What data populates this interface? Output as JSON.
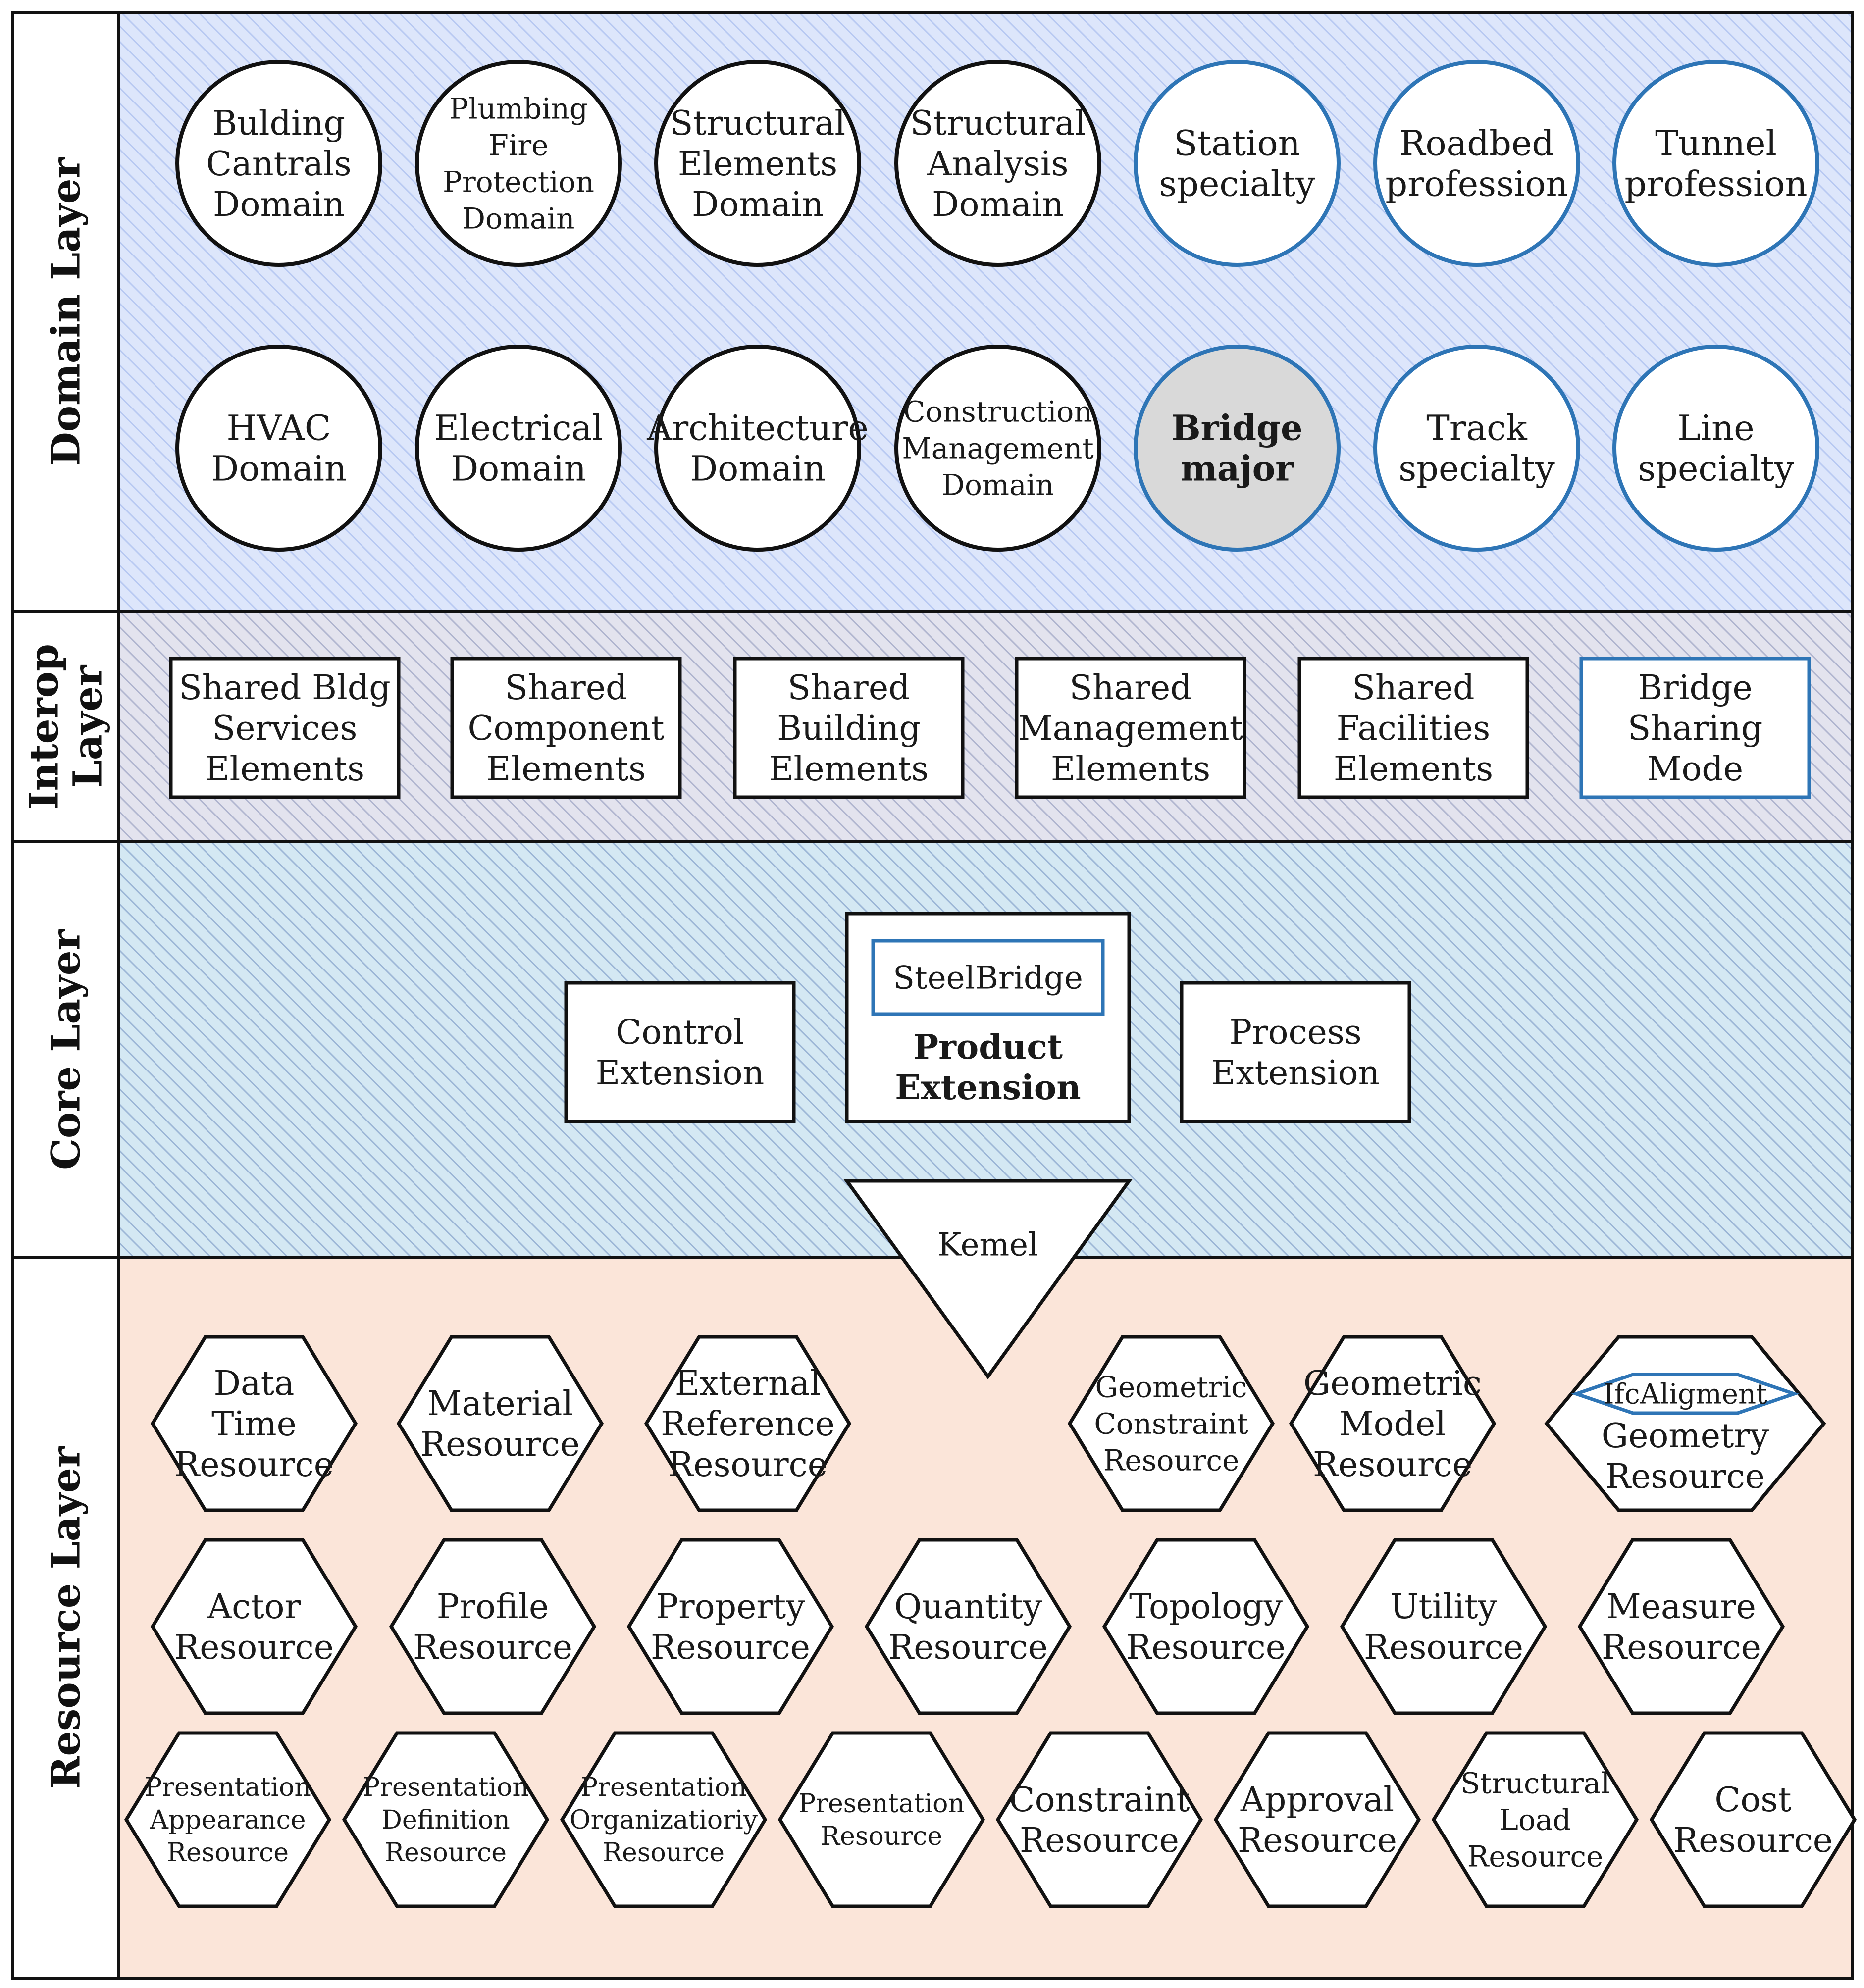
{
  "layers": [
    {
      "id": "domain",
      "label": "Domain Layer"
    },
    {
      "id": "interop",
      "label": [
        "Interop",
        "Layer"
      ]
    },
    {
      "id": "core",
      "label": "Core Layer"
    },
    {
      "id": "resource",
      "label": "Resource Layer"
    }
  ],
  "colors": {
    "domain_bg": "#dde6fb",
    "domain_hatch": "#b8c9f2",
    "interop_bg": "#e3e3ee",
    "interop_hatch": "#b0b5cf",
    "core_bg": "#d4e8f3",
    "core_hatch": "#9cb6d6",
    "resource_bg": "#fbe5d9",
    "accent_blue": "#2e75b6",
    "highlight_fill": "#d9d9d9"
  },
  "domain": {
    "row1": [
      {
        "lines": [
          "Bulding",
          "Cantrals",
          "Domain"
        ]
      },
      {
        "lines": [
          "Plumbing",
          "Fire",
          "Protection",
          "Domain"
        ]
      },
      {
        "lines": [
          "Structural",
          "Elements",
          "Domain"
        ]
      },
      {
        "lines": [
          "Structural",
          "Analysis",
          "Domain"
        ]
      },
      {
        "lines": [
          "Station",
          "specialty"
        ],
        "style": "blue"
      },
      {
        "lines": [
          "Roadbed",
          "profession"
        ],
        "style": "blue"
      },
      {
        "lines": [
          "Tunnel",
          "profession"
        ],
        "style": "blue"
      }
    ],
    "row2": [
      {
        "lines": [
          "HVAC",
          "Domain"
        ]
      },
      {
        "lines": [
          "Electrical",
          "Domain"
        ]
      },
      {
        "lines": [
          "Architecture",
          "Domain"
        ]
      },
      {
        "lines": [
          "Construction",
          "Management",
          "Domain"
        ]
      },
      {
        "lines": [
          "Bridge",
          "major"
        ],
        "style": "highlight"
      },
      {
        "lines": [
          "Track",
          "specialty"
        ],
        "style": "blue"
      },
      {
        "lines": [
          "Line",
          "specialty"
        ],
        "style": "blue"
      }
    ]
  },
  "interop": [
    {
      "lines": [
        "Shared Bldg",
        "Services",
        "Elements"
      ]
    },
    {
      "lines": [
        "Shared",
        "Component",
        "Elements"
      ]
    },
    {
      "lines": [
        "Shared",
        "Building",
        "Elements"
      ]
    },
    {
      "lines": [
        "Shared",
        "Management",
        "Elements"
      ]
    },
    {
      "lines": [
        "Shared",
        "Facilities",
        "Elements"
      ]
    },
    {
      "lines": [
        "Bridge",
        "Sharing",
        "Mode"
      ],
      "style": "blue"
    }
  ],
  "core": {
    "control": [
      "Control",
      "Extension"
    ],
    "product_inner": "SteelBridge",
    "product": [
      "Product",
      "Extension"
    ],
    "process": [
      "Process",
      "Extension"
    ],
    "kernel": "Kemel"
  },
  "resource": {
    "row1": [
      {
        "lines": [
          "Data",
          "Time",
          "Resource"
        ]
      },
      {
        "lines": [
          "Material",
          "Resource"
        ]
      },
      {
        "lines": [
          "External",
          "Reference",
          "Resource"
        ]
      },
      {
        "lines": [
          "Geometric",
          "Constraint",
          "Resource"
        ]
      },
      {
        "lines": [
          "Geometric",
          "Model",
          "Resource"
        ]
      },
      {
        "lines": [
          "Geometry",
          "Resource"
        ],
        "inner": "IfcAligment"
      }
    ],
    "row2": [
      {
        "lines": [
          "Actor",
          "Resource"
        ]
      },
      {
        "lines": [
          "Profile",
          "Resource"
        ]
      },
      {
        "lines": [
          "Property",
          "Resource"
        ]
      },
      {
        "lines": [
          "Quantity",
          "Resource"
        ]
      },
      {
        "lines": [
          "Topology",
          "Resource"
        ]
      },
      {
        "lines": [
          "Utility",
          "Resource"
        ]
      },
      {
        "lines": [
          "Measure",
          "Resource"
        ]
      }
    ],
    "row3": [
      {
        "lines": [
          "Presentation",
          "Appearance",
          "Resource"
        ]
      },
      {
        "lines": [
          "Presentation",
          "Definition",
          "Resource"
        ]
      },
      {
        "lines": [
          "Presentation",
          "Organizatioriy",
          "Resource"
        ]
      },
      {
        "lines": [
          "Presentation",
          "Resource"
        ]
      },
      {
        "lines": [
          "Constraint",
          "Resource"
        ]
      },
      {
        "lines": [
          "Approval",
          "Resource"
        ]
      },
      {
        "lines": [
          "Structural",
          "Load",
          "Resource"
        ]
      },
      {
        "lines": [
          "Cost",
          "Resource"
        ]
      }
    ]
  }
}
